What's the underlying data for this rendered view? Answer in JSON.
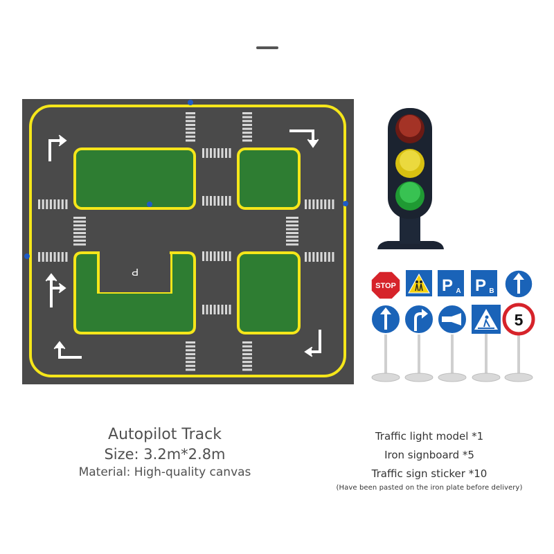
{
  "track": {
    "parking_letter": "P"
  },
  "signs": {
    "stop": "STOP",
    "parking_a": "P",
    "parking_a_sub": "A",
    "parking_b": "P",
    "parking_b_sub": "B",
    "speed_limit": "5"
  },
  "captions": {
    "left": {
      "title": "Autopilot Track",
      "size": "Size: 3.2m*2.8m",
      "material": "Material: High-quality canvas"
    },
    "right": {
      "line1": "Traffic light model *1",
      "line2": "Iron signboard *5",
      "line3": "Traffic sign sticker *10",
      "note": "(Have been pasted on the iron plate before delivery)"
    }
  },
  "colors": {
    "asphalt": "#4a4a4a",
    "grass": "#2e7d32",
    "outline": "#f5e61a",
    "sign_blue": "#1a63b8",
    "stop_red": "#d6232a"
  }
}
